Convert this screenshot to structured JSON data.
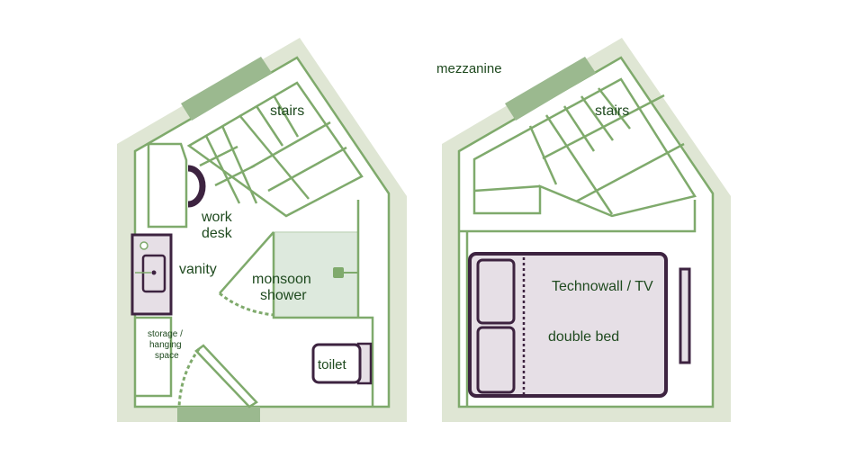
{
  "colors": {
    "outer_wall": "#dfe6d4",
    "inner_line": "#7faa6c",
    "window": "#9bb98f",
    "shower_fill": "#dde9dd",
    "bed_fill": "#e6dfe6",
    "dark_outline": "#3d2340",
    "text": "#1f4a1f"
  },
  "labels": {
    "mezzanine": "mezzanine",
    "stairs_left": "stairs",
    "stairs_right": "stairs",
    "work_line1": "work",
    "work_line2": "desk",
    "vanity": "vanity",
    "shower_line1": "monsoon",
    "shower_line2": "shower",
    "storage_line1": "storage /",
    "storage_line2": "hanging",
    "storage_line3": "space",
    "toilet": "toilet",
    "technowall": "Technowall / TV",
    "double_bed": "double bed"
  }
}
